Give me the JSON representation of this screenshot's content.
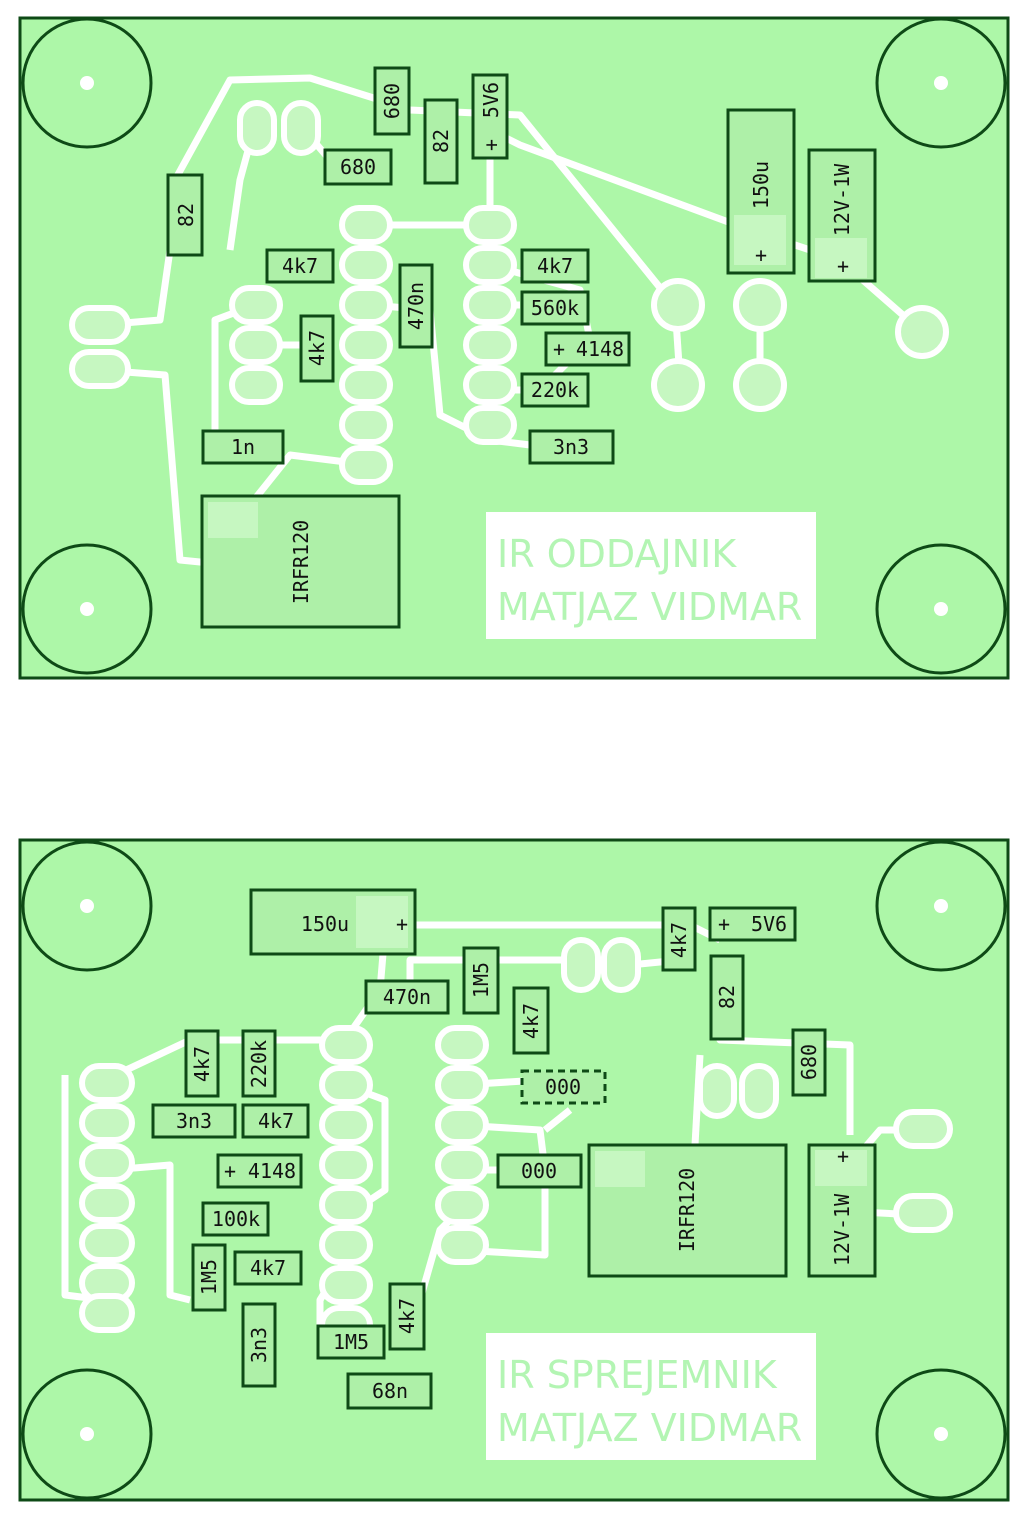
{
  "colors": {
    "board": "#adf7a8",
    "trace": "#ffffff",
    "pad": "#c6f7c1",
    "outline": "#0e4a16",
    "part_fill": "#aef0a8",
    "text": "#111111"
  },
  "boards": [
    {
      "name": "transmitter",
      "title_line1": "IR ODDAJNIK",
      "title_line2": "MATJAZ VIDMAR",
      "components": {
        "r82_left": "82",
        "r680_vert": "680",
        "r680_horiz": "680",
        "r82_mid": "82",
        "d5v6": "5V6",
        "d5v6_plus": "+",
        "c150u": "150u",
        "c150u_plus": "+",
        "d12v": "12V-1W",
        "d12v_plus": "+",
        "r4k7_a": "4k7",
        "c470n": "470n",
        "r4k7_b": "4k7",
        "r4k7_c": "4k7",
        "r560k": "560k",
        "d4148": "4148",
        "d4148_plus": "+",
        "r220k": "220k",
        "c1n": "1n",
        "c3n3": "3n3",
        "q_irfr120": "IRFR120"
      }
    },
    {
      "name": "receiver",
      "title_line1": "IR SPREJEMNIK",
      "title_line2": "MATJAZ VIDMAR",
      "components": {
        "c150u": "150u",
        "c150u_plus": "+",
        "r4k7_top": "4k7",
        "d5v6": "5V6",
        "d5v6_plus": "+",
        "r1m5_top": "1M5",
        "c470n": "470n",
        "r82": "82",
        "r4k7_mid": "4k7",
        "r680": "680",
        "r4k7_left": "4k7",
        "r220k": "220k",
        "c000_dashed": "000",
        "c3n3_horiz": "3n3",
        "r4k7_row": "4k7",
        "d4148": "4148",
        "d4148_plus": "+",
        "c000": "000",
        "q_irfr120": "IRFR120",
        "d12v": "12V-1W",
        "d12v_plus": "+",
        "r100k": "100k",
        "r1m5_left": "1M5",
        "r4k7_low": "4k7",
        "c3n3_vert": "3n3",
        "r4k7_right": "4k7",
        "r1m5_bottom": "1M5",
        "c68n": "68n"
      }
    }
  ]
}
